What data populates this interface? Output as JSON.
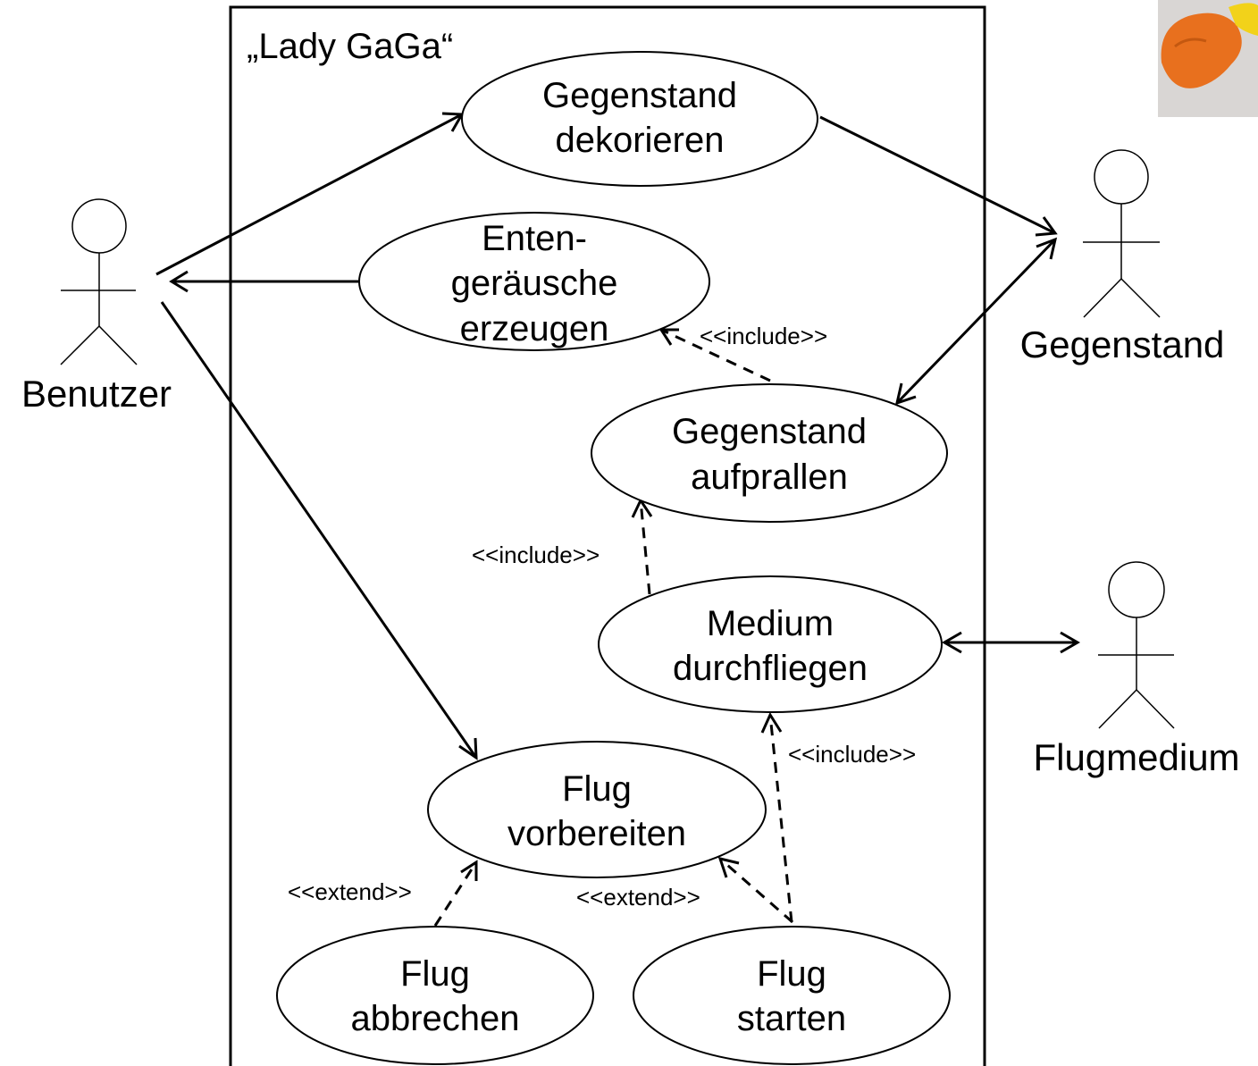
{
  "system": {
    "title": "„Lady GaGa“"
  },
  "actors": {
    "benutzer": "Benutzer",
    "gegenstand": "Gegenstand",
    "flugmedium": "Flugmedium"
  },
  "use_cases": {
    "dekorieren": [
      "Gegenstand",
      "dekorieren"
    ],
    "entengeraeusche": [
      "Enten-",
      "geräusche",
      "erzeugen"
    ],
    "aufprallen": [
      "Gegenstand",
      "aufprallen"
    ],
    "durchfliegen": [
      "Medium",
      "durchfliegen"
    ],
    "vorbereiten": [
      "Flug",
      "vorbereiten"
    ],
    "abbrechen": [
      "Flug",
      "abbrechen"
    ],
    "starten": [
      "Flug",
      "starten"
    ]
  },
  "stereotypes": {
    "include_1": "<<include>>",
    "include_2": "<<include>>",
    "include_3": "<<include>>",
    "extend_1": "<<extend>>",
    "extend_2": "<<extend>>"
  },
  "colors": {
    "line": "#000000",
    "photo_orange": "#e8701e",
    "photo_yellow": "#f2d21a"
  }
}
